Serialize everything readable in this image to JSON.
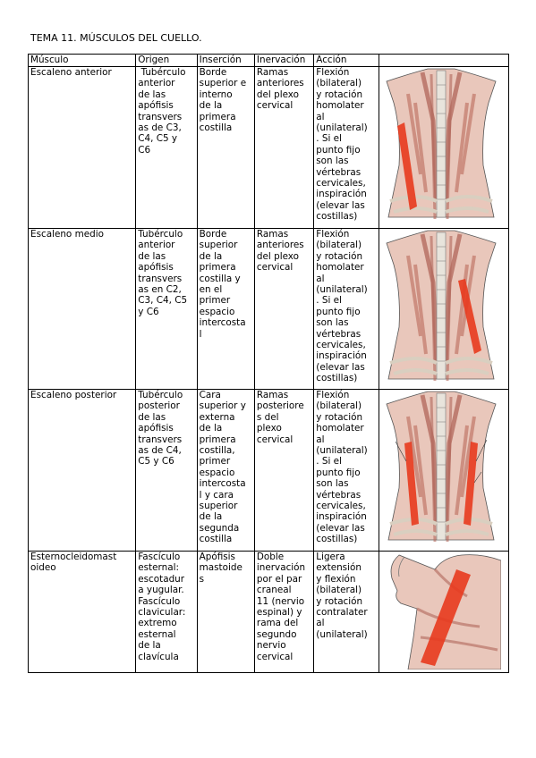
{
  "title": "TEMA 11. MÚSCULOS DEL CUELLO.",
  "headers": [
    "Músculo",
    "Origen",
    "Inserción",
    "Inervación",
    "Acción",
    ""
  ],
  "rows": [
    {
      "muscle": "Escaleno anterior",
      "origin": " Tubérculo\nanterior\nde las\napófisis\ntransvers\nas de C3,\nC4, C5 y\nC6",
      "insertion": "Borde\nsuperior e\ninterno\nde la\nprimera\ncostilla",
      "innervation": "Ramas\nanteriores\ndel plexo\ncervical",
      "action": "Flexión\n(bilateral)\ny rotación\nhomolater\nal\n(unilateral)\n. Si el\npunto fijo\nson las\nvértebras\ncervicales,\ninspiración\n(elevar las\ncostillas)",
      "image": "neck-front-scalene-anterior"
    },
    {
      "muscle": "Escaleno medio",
      "origin": "Tubérculo\nanterior\nde las\napófisis\ntransvers\nas en C2,\nC3, C4, C5\ny C6",
      "insertion": "Borde\nsuperior\nde la\nprimera\ncostilla y\nen el\nprimer\nespacio\nintercosta\nl",
      "innervation": "Ramas\nanteriores\ndel plexo\ncervical",
      "action": "Flexión\n(bilateral)\ny rotación\nhomolater\nal\n(unilateral)\n. Si el\npunto fijo\nson las\nvértebras\ncervicales,\ninspiración\n(elevar las\ncostillas)",
      "image": "neck-front-scalene-medius"
    },
    {
      "muscle": "Escaleno posterior",
      "origin": "Tubérculo\nposterior\nde las\napófisis\ntransvers\nas de C4,\nC5 y C6",
      "insertion": "Cara\nsuperior y\nexterna\nde la\nprimera\ncostilla,\nprimer\nespacio\nintercosta\nl y cara\nsuperior\nde la\nsegunda\ncostilla",
      "innervation": "Ramas\nposteriore\ns del\nplexo\ncervical",
      "action": "Flexión\n(bilateral)\ny rotación\nhomolater\nal\n(unilateral)\n. Si el\npunto fijo\nson las\nvértebras\ncervicales,\ninspiración\n(elevar las\ncostillas)",
      "image": "neck-front-scalene-posterior"
    },
    {
      "muscle": "Esternocleidomast\noideo",
      "origin": "Fascículo\nesternal:\nescotadur\na yugular.\nFascículo\nclavicular:\nextremo\nesternal\nde la\nclavícula",
      "insertion": "Apófisis\nmastoide\ns",
      "innervation": "Doble\ninervación\npor el par\ncraneal\n11 (nervio\nespinal) y\nrama del\nsegundo\nnervio\ncervical",
      "action": "Ligera\nextensión\ny flexión\n(bilateral)\ny rotación\ncontralater\nal\n(unilateral)",
      "image": "neck-side-sternocleidomastoid"
    }
  ],
  "colors": {
    "muscle_tissue": "#d9a595",
    "muscle_fiber": "#b0665a",
    "highlight": "#e83a1e",
    "bone": "#e8e4dc",
    "outline": "#555555"
  }
}
